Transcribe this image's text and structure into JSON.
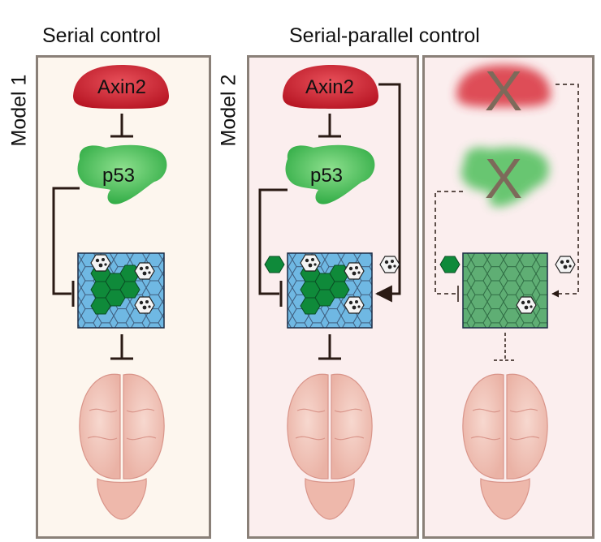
{
  "headers": {
    "serial": "Serial control",
    "serial_parallel": "Serial-parallel control"
  },
  "models": {
    "model1": "Model 1",
    "model2": "Model 2"
  },
  "nodes": {
    "axin2": "Axin2",
    "p53": "p53",
    "knockout": "X"
  },
  "colors": {
    "axin2_red": "#c8202e",
    "p53_green": "#39b54a",
    "progenitor_blue": "#6fb8e3",
    "dark_green_cell": "#0f8a3a",
    "panel1_bg": "#fdf6ee",
    "panel2_bg": "#fbeeee",
    "panel_border": "#8a8078",
    "brain_pink": "#f2c3b8"
  },
  "icons": [
    "inhibition-bar-icon",
    "activation-arrow-icon",
    "hexagon-cell-icon",
    "nucleus-cell-icon",
    "brain-icon"
  ]
}
